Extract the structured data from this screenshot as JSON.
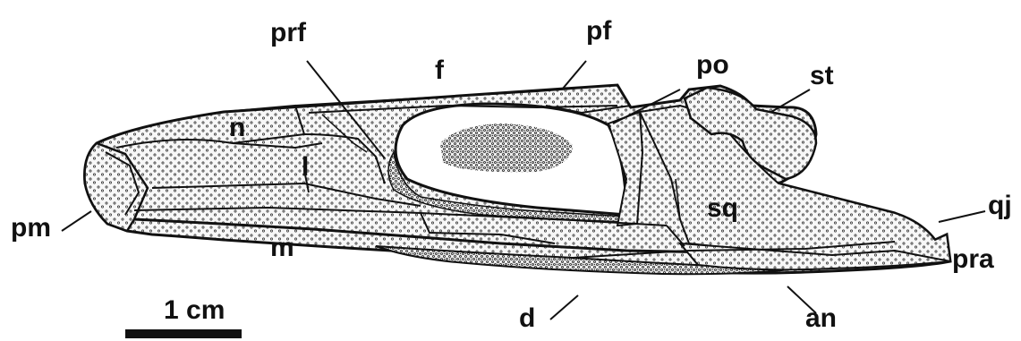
{
  "labels": {
    "prf": "prf",
    "pf": "pf",
    "f": "f",
    "po": "po",
    "st": "st",
    "n": "n",
    "l": "l",
    "sq": "sq",
    "qj": "qj",
    "pm": "pm",
    "m": "m",
    "pra": "pra",
    "d": "d",
    "an": "an"
  },
  "scale_bar": {
    "label": "1 cm"
  },
  "colors": {
    "ink": "#111111",
    "bone_fill": "#f4f4f4",
    "paper": "#ffffff"
  }
}
